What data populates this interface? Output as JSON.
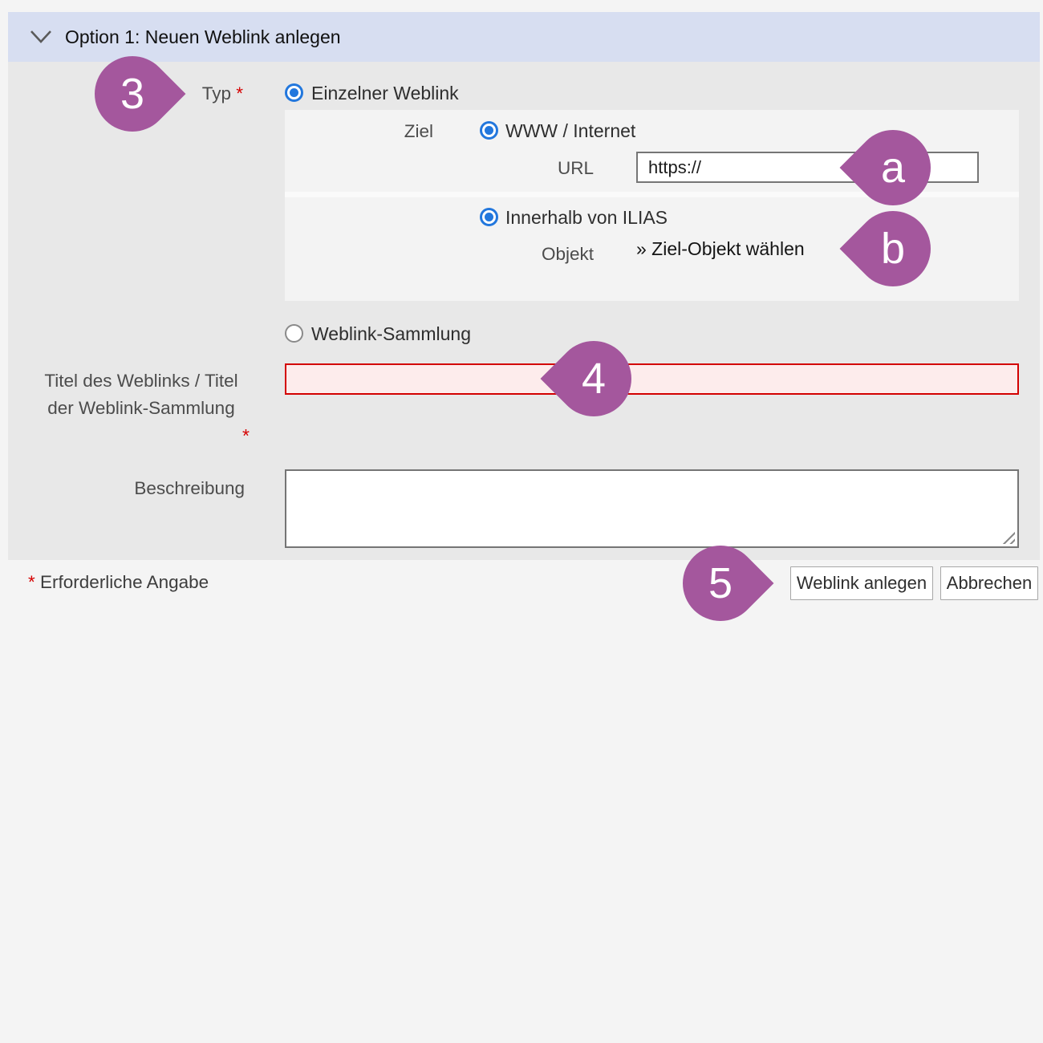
{
  "header": {
    "title": "Option 1: Neuen Weblink anlegen"
  },
  "form": {
    "typ": {
      "label": "Typ",
      "required_mark": "*"
    },
    "options": {
      "einzelner_weblink": {
        "label": "Einzelner Weblink",
        "checked": true
      },
      "weblink_sammlung": {
        "label": "Weblink-Sammlung",
        "checked": false
      }
    },
    "ziel": {
      "label": "Ziel",
      "www": {
        "label": "WWW / Internet",
        "checked": true
      },
      "url": {
        "label": "URL",
        "value": "https://"
      },
      "ilias": {
        "label": "Innerhalb von ILIAS",
        "checked": true
      },
      "objekt": {
        "label": "Objekt",
        "link_label": "» Ziel-Objekt wählen"
      }
    },
    "titel": {
      "label_line1": "Titel des Weblinks / Titel",
      "label_line2": "der Weblink-Sammlung",
      "required_mark": "*",
      "value": ""
    },
    "beschreibung": {
      "label": "Beschreibung",
      "value": ""
    }
  },
  "footer": {
    "required_mark": "*",
    "required_note": "Erforderliche Angabe",
    "submit_label": "Weblink anlegen",
    "cancel_label": "Abbrechen"
  },
  "markers": {
    "step3": "3",
    "step4": "4",
    "step5": "5",
    "a": "a",
    "b": "b"
  },
  "colors": {
    "marker": "#a4579d",
    "radio_selected": "#2277dd",
    "error_border": "#d30000",
    "error_bg": "#fdecec",
    "header_bg": "#d7def1"
  }
}
